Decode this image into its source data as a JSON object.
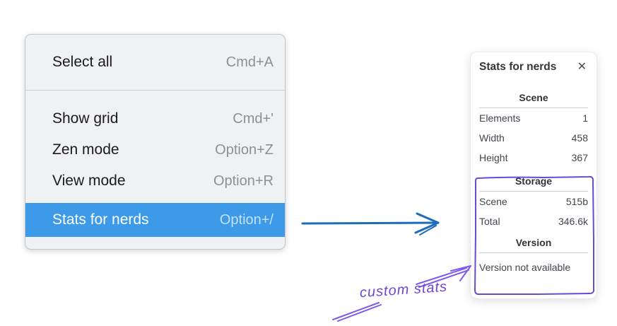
{
  "menu": {
    "items": [
      {
        "label": "Select all",
        "shortcut": "Cmd+A"
      },
      {
        "label": "Show grid",
        "shortcut": "Cmd+'"
      },
      {
        "label": "Zen mode",
        "shortcut": "Option+Z"
      },
      {
        "label": "View mode",
        "shortcut": "Option+R"
      },
      {
        "label": "Stats for nerds",
        "shortcut": "Option+/"
      }
    ],
    "highlighted_item": "Stats for nerds",
    "highlight_color": "#3d9ae8"
  },
  "panel": {
    "title": "Stats for nerds",
    "close_icon": "✕",
    "sections": [
      {
        "header": "Scene",
        "rows": [
          [
            "Elements",
            "1"
          ],
          [
            "Width",
            "458"
          ],
          [
            "Height",
            "367"
          ]
        ]
      },
      {
        "header": "Storage",
        "rows": [
          [
            "Scene",
            "515b"
          ],
          [
            "Total",
            "346.6k"
          ]
        ]
      },
      {
        "header": "Version",
        "note": "Version not available"
      }
    ]
  },
  "annotation": {
    "label": "custom stats",
    "color": "#6b46d6",
    "box_color": "#6a49d8"
  },
  "colors": {
    "blue_arrow": "#1d6db9",
    "purple": "#7c5ce8"
  }
}
